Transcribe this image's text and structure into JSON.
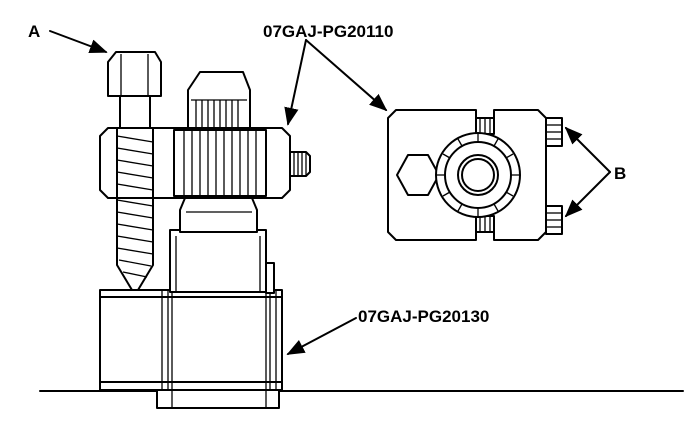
{
  "callouts": {
    "a": "A",
    "b": "B",
    "tool_top": "07GAJ-PG20110",
    "tool_bottom": "07GAJ-PG20130"
  }
}
